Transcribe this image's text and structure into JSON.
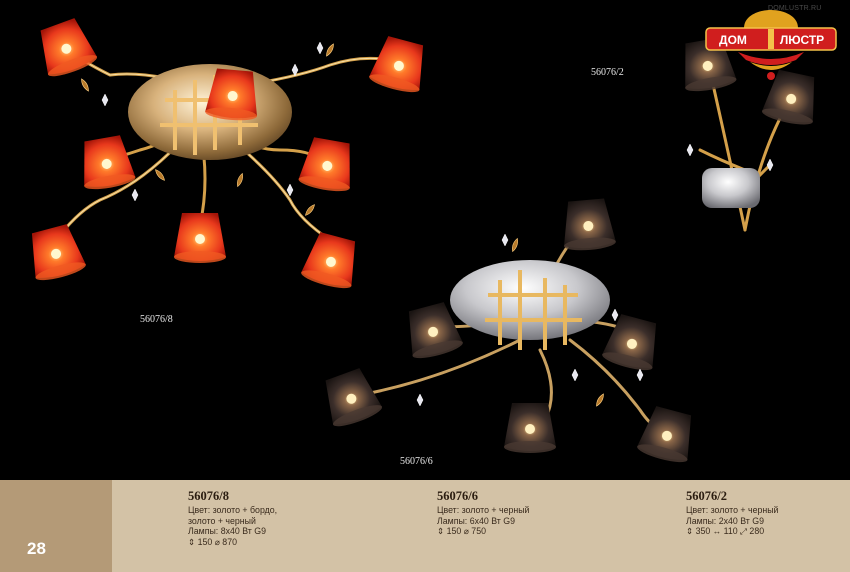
{
  "brand": {
    "word_left": "ДОМ",
    "word_right": "ЛЮСТР",
    "url": "DOMLUSTR.RU",
    "colors": {
      "red": "#d01e1e",
      "gold": "#e0a21f"
    }
  },
  "photo": {
    "captions": {
      "a": "56076/8",
      "b": "56076/6",
      "c": "56076/2"
    },
    "colors": {
      "red_shade": "#e8381c",
      "dark_shade": "#3b2e2a",
      "brass": "#d4a04a",
      "chrome": "#c8c8cc"
    }
  },
  "footer": {
    "page_number": "28",
    "colors": {
      "left": "#b49a77",
      "band": "#d3c2a6"
    },
    "products": [
      {
        "model": "56076/8",
        "color_lines": [
          "Цвет: золото + бордо,",
          "золото + черный"
        ],
        "lamps": "Лампы: 8х40 Вт  G9",
        "dims": [
          {
            "icon": "height-icon",
            "sym": "⇕",
            "value": "150"
          },
          {
            "icon": "diameter-icon",
            "sym": "⌀",
            "value": "870"
          }
        ]
      },
      {
        "model": "56076/6",
        "color_lines": [
          "Цвет: золото + черный"
        ],
        "lamps": "Лампы: 6х40 Вт  G9",
        "dims": [
          {
            "icon": "height-icon",
            "sym": "⇕",
            "value": "150"
          },
          {
            "icon": "diameter-icon",
            "sym": "⌀",
            "value": "750"
          }
        ]
      },
      {
        "model": "56076/2",
        "color_lines": [
          "Цвет: золото + черный"
        ],
        "lamps": "Лампы: 2х40 Вт  G9",
        "dims": [
          {
            "icon": "height-icon",
            "sym": "⇕",
            "value": "350"
          },
          {
            "icon": "width-icon",
            "sym": "↔",
            "value": "110"
          },
          {
            "icon": "depth-icon",
            "sym": "⤢",
            "value": "280"
          }
        ]
      }
    ]
  }
}
